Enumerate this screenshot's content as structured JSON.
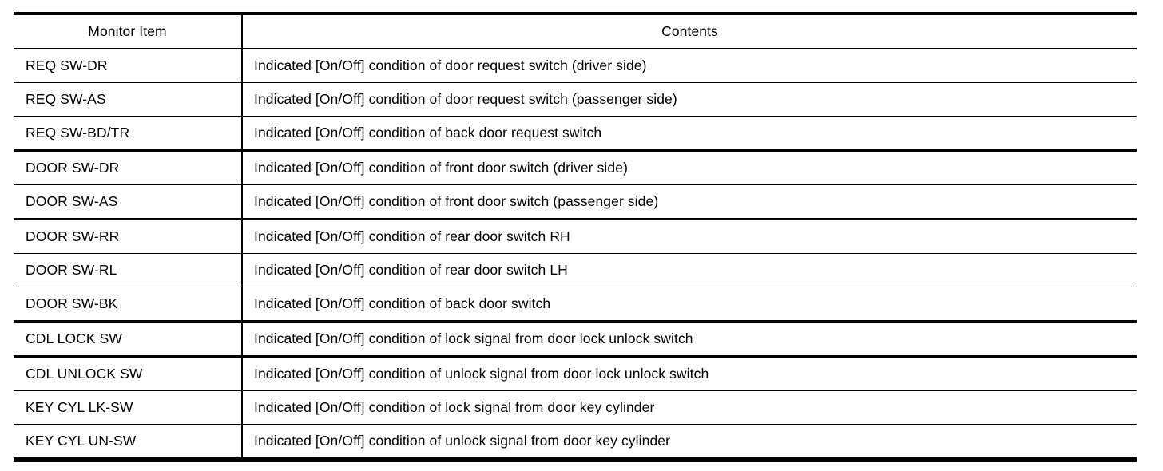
{
  "table": {
    "columns": [
      "Monitor Item",
      "Contents"
    ],
    "rows": [
      {
        "monitor_item": "REQ SW-DR",
        "contents": "Indicated [On/Off] condition of door request switch (driver side)"
      },
      {
        "monitor_item": "REQ SW-AS",
        "contents": "Indicated [On/Off] condition of door request switch (passenger side)"
      },
      {
        "monitor_item": "REQ SW-BD/TR",
        "contents": "Indicated [On/Off] condition of back door request switch"
      },
      {
        "monitor_item": "DOOR SW-DR",
        "contents": "Indicated [On/Off] condition of front door switch (driver side)"
      },
      {
        "monitor_item": "DOOR SW-AS",
        "contents": "Indicated [On/Off] condition of front door switch (passenger side)"
      },
      {
        "monitor_item": "DOOR SW-RR",
        "contents": "Indicated [On/Off] condition of rear door switch RH"
      },
      {
        "monitor_item": "DOOR SW-RL",
        "contents": "Indicated [On/Off] condition of rear door switch LH"
      },
      {
        "monitor_item": "DOOR SW-BK",
        "contents": "Indicated [On/Off] condition of back door switch"
      },
      {
        "monitor_item": "CDL LOCK SW",
        "contents": "Indicated [On/Off] condition of lock signal from door lock unlock switch"
      },
      {
        "monitor_item": "CDL UNLOCK SW",
        "contents": "Indicated [On/Off] condition of unlock signal from door lock unlock switch"
      },
      {
        "monitor_item": "KEY CYL LK-SW",
        "contents": "Indicated [On/Off] condition of lock signal from door key cylinder"
      },
      {
        "monitor_item": "KEY CYL UN-SW",
        "contents": "Indicated [On/Off] condition of unlock signal from door key cylinder"
      }
    ]
  },
  "colors": {
    "background": "#ffffff",
    "text": "#000000",
    "border": "#000000"
  }
}
